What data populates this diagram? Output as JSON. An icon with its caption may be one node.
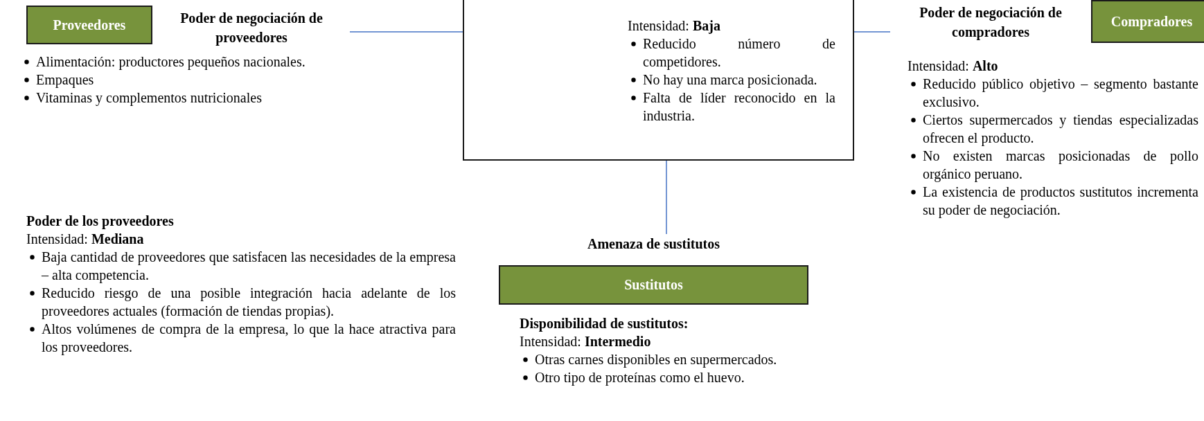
{
  "diagram": {
    "nodes": [
      {
        "text": [
          "Proveedores"
        ],
        "beside": [
          "Poder de negociación de proveedores"
        ]
      },
      {
        "text": [
          "Intensidad: **Baja**",
          "Reducido número de competidores.",
          "No hay una marca posicionada.",
          "Falta de líder reconocido en la industria."
        ]
      },
      {
        "text": [
          "Compradores"
        ],
        "beside": [
          "Poder de negociación de compradores"
        ]
      },
      {
        "text": [
          "Sustitutos"
        ],
        "beside": [
          "Amenaza de sustitutos"
        ]
      }
    ],
    "edges": [
      {
        "from": 0,
        "to": 1,
        "arrow": "none"
      },
      {
        "from": 1,
        "to": 2,
        "arrow": "none"
      },
      {
        "from": 1,
        "to": 3,
        "arrow": "none"
      }
    ],
    "labels": [
      "Alimentación: productores pequeños nacionales.",
      "Empaques",
      "Vitaminas y complementos nutricionales",
      "Intensidad: **Alto**",
      "Reducido público objetivo – segmento bastante exclusivo.",
      "Ciertos supermercados y tiendas especializadas ofrecen el producto.",
      "No existen marcas posicionadas de pollo orgánico peruano.",
      "La existencia de productos sustitutos incrementa su poder de negociación.",
      "Poder de los proveedores",
      "Intensidad: **Mediana**",
      "Baja cantidad de proveedores que satisfacen las necesidades de la empresa – alta competencia.",
      "Reducido riesgo de una posible integración hacia adelante de los proveedores actuales (formación de tiendas propias).",
      "Altos volúmenes de compra de la empresa, lo que la hace atractiva para los proveedores.",
      "Disponibilidad de sustitutos:",
      "Intensidad: **Intermedio**",
      "Otras carnes disponibles en supermercados.",
      "Otro tipo de proteínas como el huevo."
    ]
  }
}
